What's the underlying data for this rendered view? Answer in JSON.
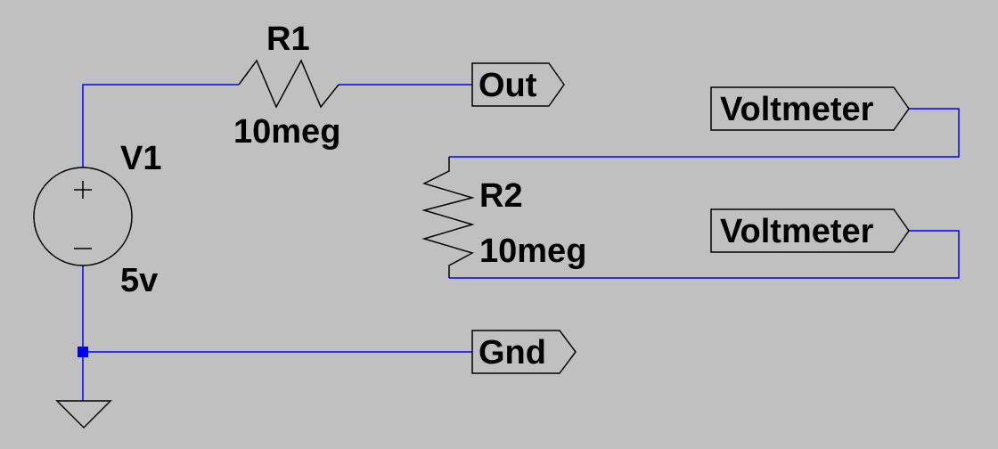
{
  "colors": {
    "background": "#c0c0c0",
    "wire": "#0000ff",
    "component": "#000000"
  },
  "components": {
    "r1": {
      "name": "R1",
      "value": "10meg"
    },
    "r2": {
      "name": "R2",
      "value": "10meg"
    },
    "v1": {
      "name": "V1",
      "value": "5v"
    }
  },
  "net_labels": {
    "out": "Out",
    "gnd": "Gnd",
    "voltmeter_top": "Voltmeter",
    "voltmeter_bottom": "Voltmeter"
  }
}
